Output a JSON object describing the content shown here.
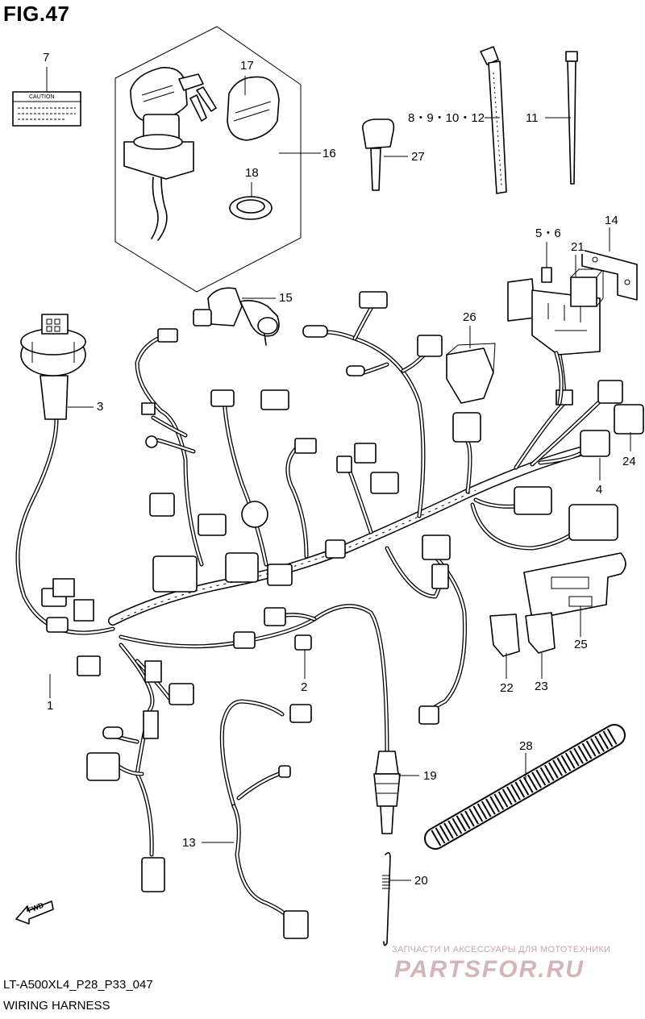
{
  "figure": {
    "title": "FIG.47",
    "model_code": "LT-A500XL4_P28_P33_047",
    "diagram_name": "WIRING HARNESS"
  },
  "caution_label_text": "CAUTION",
  "callouts": {
    "c1": "1",
    "c2": "2",
    "c3": "3",
    "c4": "4",
    "c5_6": "5・6",
    "c7": "7",
    "c8_12": "8・9・10・12",
    "c11": "11",
    "c13": "13",
    "c14": "14",
    "c15": "15",
    "c16": "16",
    "c17": "17",
    "c18": "18",
    "c19": "19",
    "c20": "20",
    "c21": "21",
    "c22": "22",
    "c23": "23",
    "c24": "24",
    "c25": "25",
    "c26": "26",
    "c27": "27",
    "c28": "28"
  },
  "fwd_arrow_text": "FWD",
  "watermark": {
    "tagline": "ЗАПЧАСТИ И АКСЕССУАРЫ ДЛЯ МОТОТЕХНИКИ",
    "logo": "PARTSFOR.RU"
  },
  "colors": {
    "line": "#000000",
    "background": "#ffffff",
    "watermark": "#d4b5b5"
  }
}
